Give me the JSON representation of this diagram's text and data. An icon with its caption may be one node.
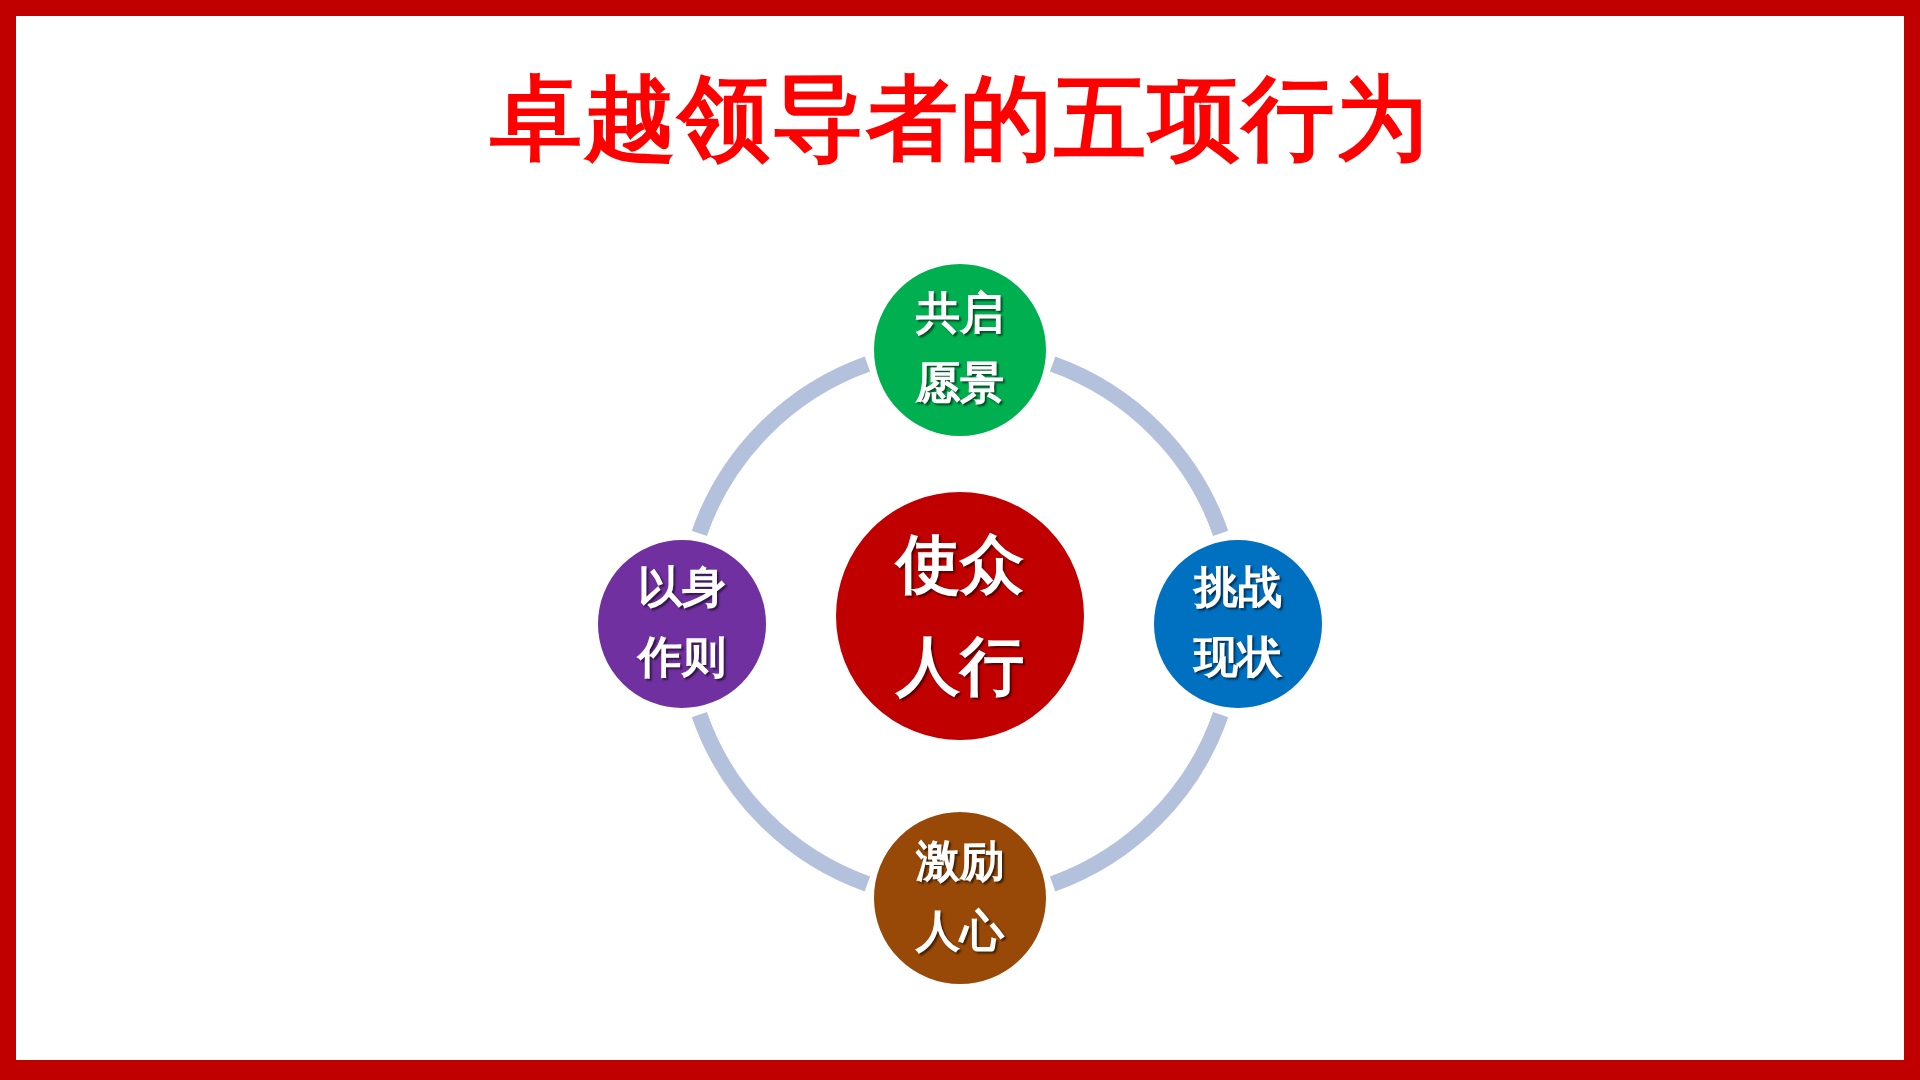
{
  "diagram": {
    "title": "卓越领导者的五项行为",
    "nodes": [
      {
        "text": [
          "共启愿景"
        ]
      },
      {
        "text": [
          "以身作则"
        ]
      },
      {
        "text": [
          "使众人行"
        ]
      },
      {
        "text": [
          "挑战现状"
        ]
      },
      {
        "text": [
          "激励人心"
        ]
      }
    ],
    "edges": [
      {
        "from": 0,
        "to": 3,
        "arrow": "none"
      },
      {
        "from": 3,
        "to": 4,
        "arrow": "none"
      },
      {
        "from": 4,
        "to": 1,
        "arrow": "none"
      },
      {
        "from": 1,
        "to": 0,
        "arrow": "none"
      }
    ]
  }
}
